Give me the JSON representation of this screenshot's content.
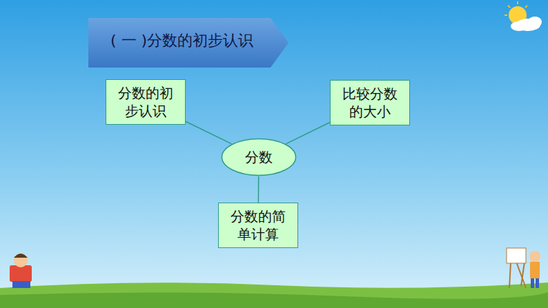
{
  "diagram": {
    "title": "( 一 )分数的初步认识",
    "nodes": [
      {
        "text": [
          "分数的初 步认识"
        ]
      },
      {
        "text": [
          "比较分数 的大小"
        ]
      },
      {
        "text": [
          "分数"
        ]
      },
      {
        "text": [
          "分数的简 单计算"
        ]
      }
    ],
    "edges": [
      {
        "from": 2,
        "to": 0,
        "arrow": "none"
      },
      {
        "from": 2,
        "to": 1,
        "arrow": "none"
      },
      {
        "from": 2,
        "to": 3,
        "arrow": "none"
      }
    ]
  }
}
